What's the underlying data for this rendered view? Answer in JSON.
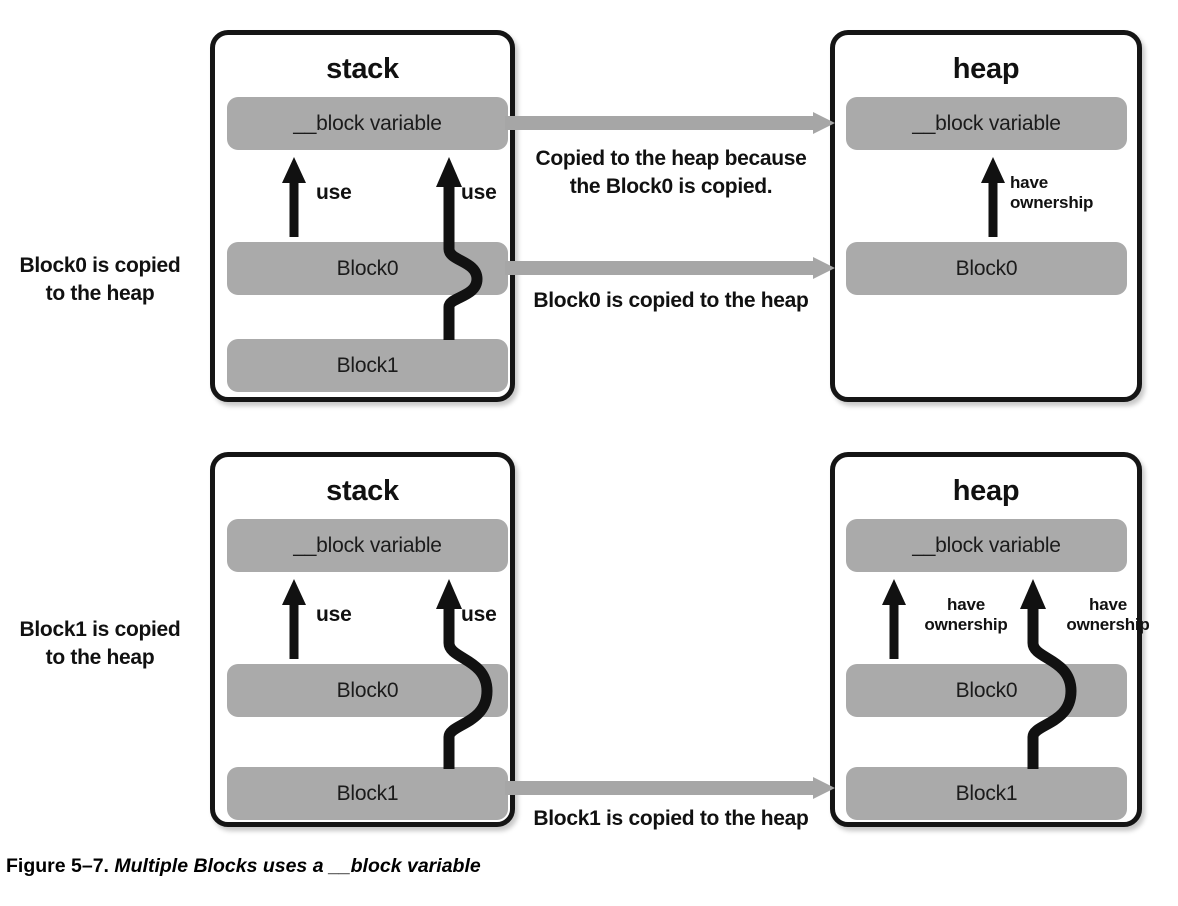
{
  "figure": {
    "caption_label": "Figure 5–7.",
    "caption_title": "Multiple Blocks uses a __block variable"
  },
  "colors": {
    "slot_gray": "#aaaaaa",
    "arrow_gray": "#a6a6a6",
    "border_black": "#151515",
    "text_black": "#111111"
  },
  "rows": [
    {
      "id": "row-top",
      "left_note": "Block0 is copied\nto the heap",
      "left_note_line1": "Block0 is copied",
      "left_note_line2": "to the heap",
      "stack": {
        "title": "stack",
        "slots": [
          {
            "label": "__block variable"
          },
          {
            "label": "Block0"
          },
          {
            "label": "Block1"
          }
        ],
        "arrows": [
          {
            "label": "use",
            "kind": "straight"
          },
          {
            "label": "use",
            "kind": "curved"
          }
        ]
      },
      "heap": {
        "title": "heap",
        "slots": [
          {
            "label": "__block variable"
          },
          {
            "label": "Block0"
          }
        ],
        "arrows": [
          {
            "label_line1": "have",
            "label_line2": "ownership",
            "kind": "straight"
          }
        ]
      },
      "connectors": [
        {
          "label_line1": "Copied to the heap because",
          "label_line2": "the Block0 is copied.",
          "from": "stack.__block variable",
          "to": "heap.__block variable"
        },
        {
          "label_line1": "Block0 is copied to the heap",
          "label_line2": "",
          "from": "stack.Block0",
          "to": "heap.Block0"
        }
      ]
    },
    {
      "id": "row-bottom",
      "left_note_line1": "Block1 is copied",
      "left_note_line2": "to the heap",
      "stack": {
        "title": "stack",
        "slots": [
          {
            "label": "__block variable"
          },
          {
            "label": "Block0"
          },
          {
            "label": "Block1"
          }
        ],
        "arrows": [
          {
            "label": "use",
            "kind": "straight"
          },
          {
            "label": "use",
            "kind": "curved"
          }
        ]
      },
      "heap": {
        "title": "heap",
        "slots": [
          {
            "label": "__block variable"
          },
          {
            "label": "Block0"
          },
          {
            "label": "Block1"
          }
        ],
        "arrows": [
          {
            "label_line1": "have",
            "label_line2": "ownership",
            "kind": "straight"
          },
          {
            "label_line1": "have",
            "label_line2": "ownership",
            "kind": "curved"
          }
        ]
      },
      "connectors": [
        {
          "label_line1": "Block1 is copied to the heap",
          "label_line2": "",
          "from": "stack.Block1",
          "to": "heap.Block1"
        }
      ]
    }
  ]
}
